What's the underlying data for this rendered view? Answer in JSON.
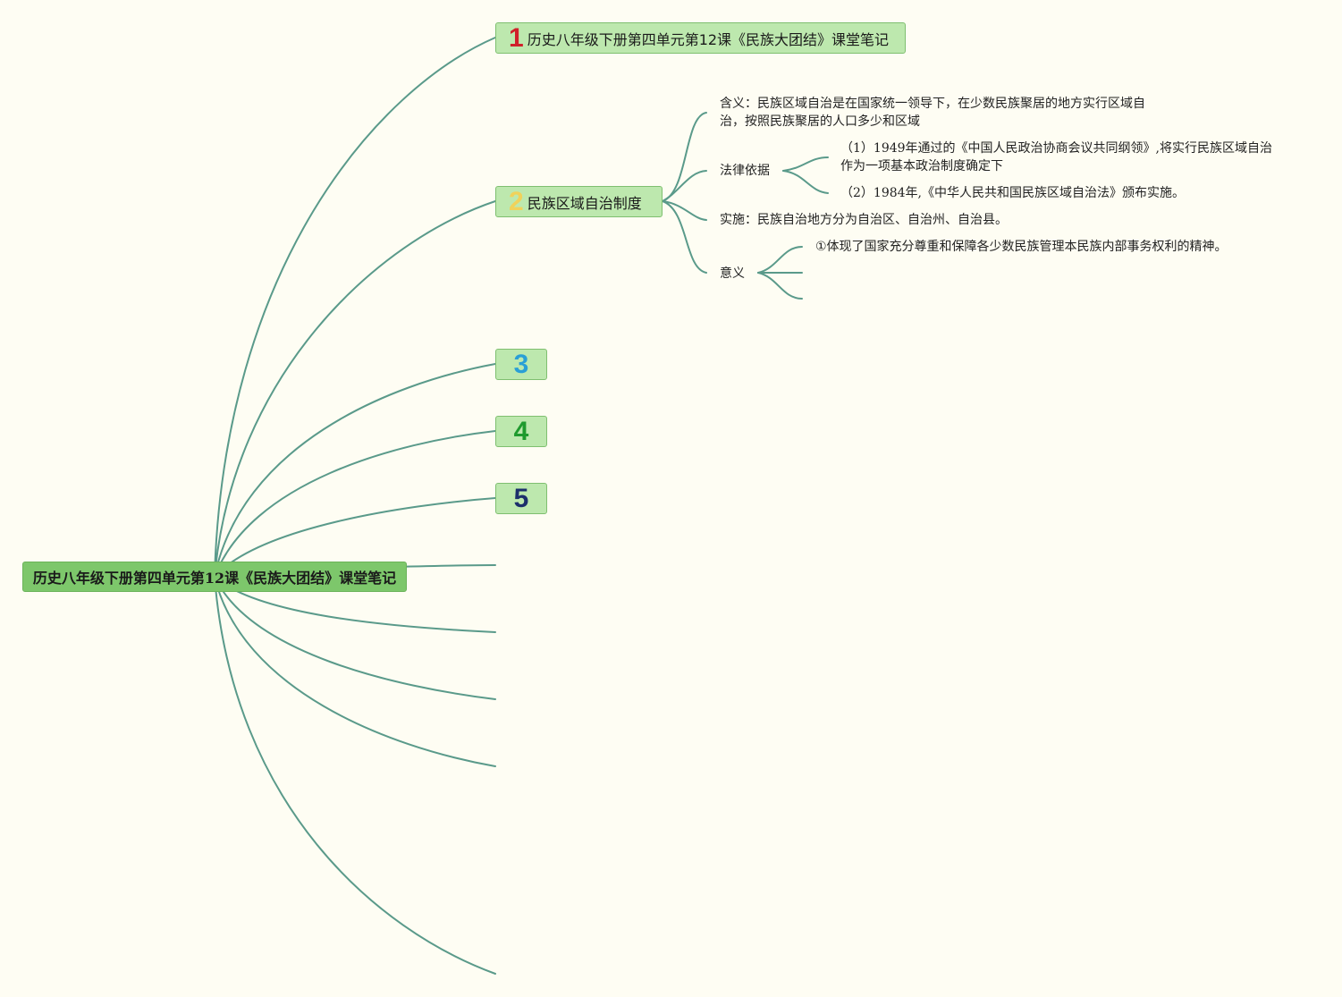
{
  "root": {
    "title": "历史八年级下册第四单元第12课《民族大团结》课堂笔记"
  },
  "branches": [
    {
      "number": "1",
      "color": "#d0202a",
      "label": "历史八年级下册第四单元第12课《民族大团结》课堂笔记"
    },
    {
      "number": "2",
      "color": "#f0d25a",
      "label": "民族区域自治制度"
    },
    {
      "number": "3",
      "color": "#2a9fd6",
      "label": ""
    },
    {
      "number": "4",
      "color": "#1f9a2e",
      "label": ""
    },
    {
      "number": "5",
      "color": "#1c2f6b",
      "label": ""
    }
  ],
  "system": {
    "meaning": "含义：民族区域自治是在国家统一领导下，在少数民族聚居的地方实行区域自治，按照民族聚居的人口多少和区域",
    "legal_basis": {
      "label": "法律依据",
      "items": [
        "（1）1949年通过的《中国人民政治协商会议共同纲领》,将实行民族区域自治作为一项基本政治制度确定下",
        "（2）1984年,《中华人民共和国民族区域自治法》颁布实施。"
      ]
    },
    "implementation": "实施：民族自治地方分为自治区、自治州、自治县。",
    "significance": {
      "label": "意义",
      "items": [
        "①体现了国家充分尊重和保障各少数民族管理本民族内部事务权利的精神。"
      ]
    }
  },
  "colors": {
    "background": "#fefdf3",
    "line": "#5a9a8a",
    "root_fill": "#7dc76b",
    "branch_fill": "#bde8ae"
  }
}
